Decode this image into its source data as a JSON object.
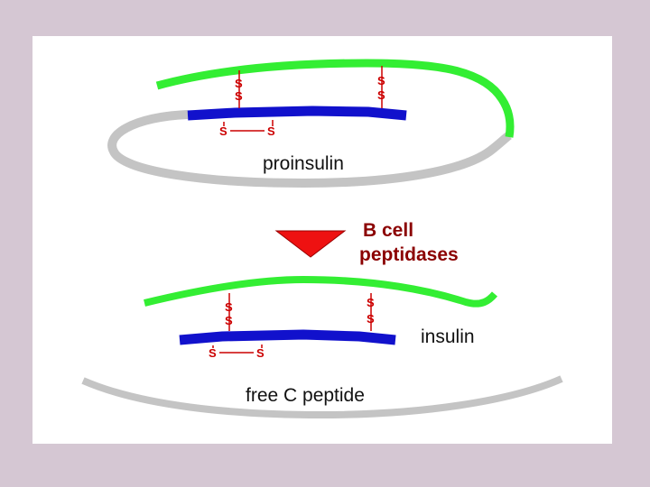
{
  "labels": {
    "proinsulin": "proinsulin",
    "enzyme_line1": "B cell",
    "enzyme_line2": "peptidases",
    "insulin": "insulin",
    "c_peptide": "free C peptide"
  },
  "bond_symbol": "S",
  "colors": {
    "background": "#d5c7d3",
    "panel": "#ffffff",
    "b_chain": "#33ee33",
    "a_chain": "#1111cc",
    "c_peptide": "#c4c4c4",
    "disulfide": "#cc0000",
    "arrow": "#ee1111",
    "enzyme_text": "#8b0000"
  },
  "icons": {
    "arrow": "down-arrow-icon"
  }
}
